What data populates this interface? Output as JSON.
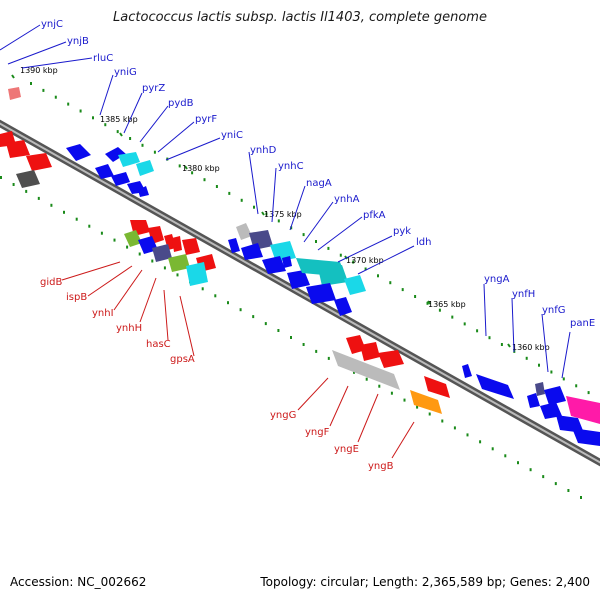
{
  "title": "Lactococcus lactis subsp. lactis Il1403, complete genome",
  "footer": {
    "accession": "Accession: NC_002662",
    "topology": "Topology: circular; Length: 2,365,589 bp; Genes: 2,400"
  },
  "colors": {
    "forward_gene": "#0a0aee",
    "reverse_gene": "#ee1111",
    "cyan_feature": "#1ad8e8",
    "teal_feature": "#14c0c0",
    "olive_feature": "#7ab832",
    "gray_feature": "#bbbbbb",
    "slate_feature": "#4a4a8a",
    "orange_feature": "#ff9911",
    "magenta_feature": "#ff1aa8",
    "pink_feature": "#ee7777",
    "gc_dots": "#1a8a1a",
    "backbone": "#777777",
    "forward_label": "#1a1acc",
    "reverse_label": "#cc1a1a"
  },
  "ticks": [
    "1390 kbp",
    "1385 kbp",
    "1380 kbp",
    "1375 kbp",
    "1370 kbp",
    "1365 kbp",
    "1360 kbp"
  ],
  "forward_labels": [
    "ynjC",
    "ynjB",
    "rluC",
    "yniG",
    "pyrZ",
    "pydB",
    "pyrF",
    "yniC",
    "ynhD",
    "ynhC",
    "nagA",
    "ynhA",
    "pfkA",
    "pyk",
    "ldh",
    "yngA",
    "ynfH",
    "ynfG",
    "panE"
  ],
  "reverse_labels": [
    "gidB",
    "ispB",
    "ynhI",
    "ynhH",
    "hasC",
    "gpsA",
    "yngG",
    "yngF",
    "yngE",
    "yngB"
  ]
}
